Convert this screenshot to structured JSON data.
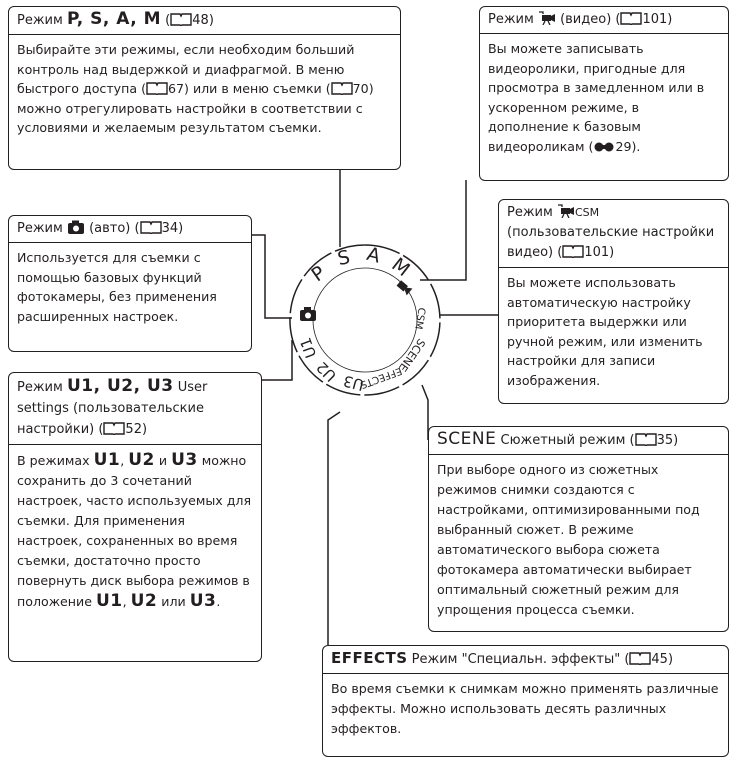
{
  "colors": {
    "ink": "#231f20",
    "background": "#ffffff"
  },
  "icons": {
    "book": "book-icon",
    "camera": "camera-icon",
    "movie": "movie-camera-icon",
    "link": "reference-link-icon"
  },
  "psam": {
    "title_prefix": "Режим ",
    "letters": "P, S, A, M",
    "title_ref": "48",
    "body": "Выбирайте эти режимы, если необходим больший контроль над выдержкой и диафрагмой. В меню быстрого доступа (",
    "ref1": "67",
    "mid": ") или в меню съемки (",
    "ref2": "70",
    "body_end": ") можно отрегулировать настройки в соответствии с условиями и желаемым результатом съемки."
  },
  "movie": {
    "title_prefix": "Режим ",
    "title_mid": " (видео) (",
    "title_ref": "101",
    "body": "Вы можете записывать видеоролики, пригодные для просмотра в замедленном или в ускоренном режиме, в дополнение к базовым видеороликам (",
    "link_ref": "29",
    "body_end": ")."
  },
  "csm": {
    "title_prefix": "Режим ",
    "title_label": "CSM",
    "title_line2": "(пользовательские настройки видео) (",
    "title_ref": "101",
    "body": "Вы можете использовать автоматическую настройку приоритета выдержки или ручной режим, или изменить настройки для записи изображения."
  },
  "auto": {
    "title_prefix": "Режим ",
    "title_mid": " (авто) (",
    "title_ref": "34",
    "body": "Используется для съемки с помощью базовых функций фотокамеры, без применения расширенных настроек."
  },
  "user": {
    "title_prefix": "Режим ",
    "letters": "U1, U2, U3",
    "title_rest": " User settings (пользовательские настройки) (",
    "title_ref": "52",
    "body1": "В режимах ",
    "l1": "U1",
    "sep1": ", ",
    "l2": "U2",
    "and": " и ",
    "l3": "U3",
    "body2": " можно сохранить до 3 сочетаний настроек, часто используемых для съемки. Для применения настроек, сохраненных во время съемки, достаточно просто повернуть диск выбора режимов в положение ",
    "m1": "U1",
    "sep2": ", ",
    "m2": "U2",
    "or": " или ",
    "m3": "U3",
    "end": "."
  },
  "scene": {
    "title_big": "SCENE",
    "title_rest": " Сюжетный режим (",
    "title_ref": "35",
    "body": "При выборе одного из сюжетных режимов снимки создаются с настройками, оптимизированными под выбранный сюжет. В режиме автоматического выбора сюжета фотокамера автоматически выбирает оптимальный сюжетный режим для упрощения процесса съемки."
  },
  "effects": {
    "title_big": "EFFECTS",
    "title_rest": " Режим \"Специальн. эффекты\" (",
    "title_ref": "45",
    "body": "Во время съемки к снимкам можно применять различные эффекты. Можно использовать десять различных эффектов."
  },
  "dial": {
    "labels": [
      "M",
      "A",
      "S",
      "P",
      "U1",
      "U2",
      "U3",
      "EFFECTS",
      "SCENE",
      "CSM"
    ]
  }
}
